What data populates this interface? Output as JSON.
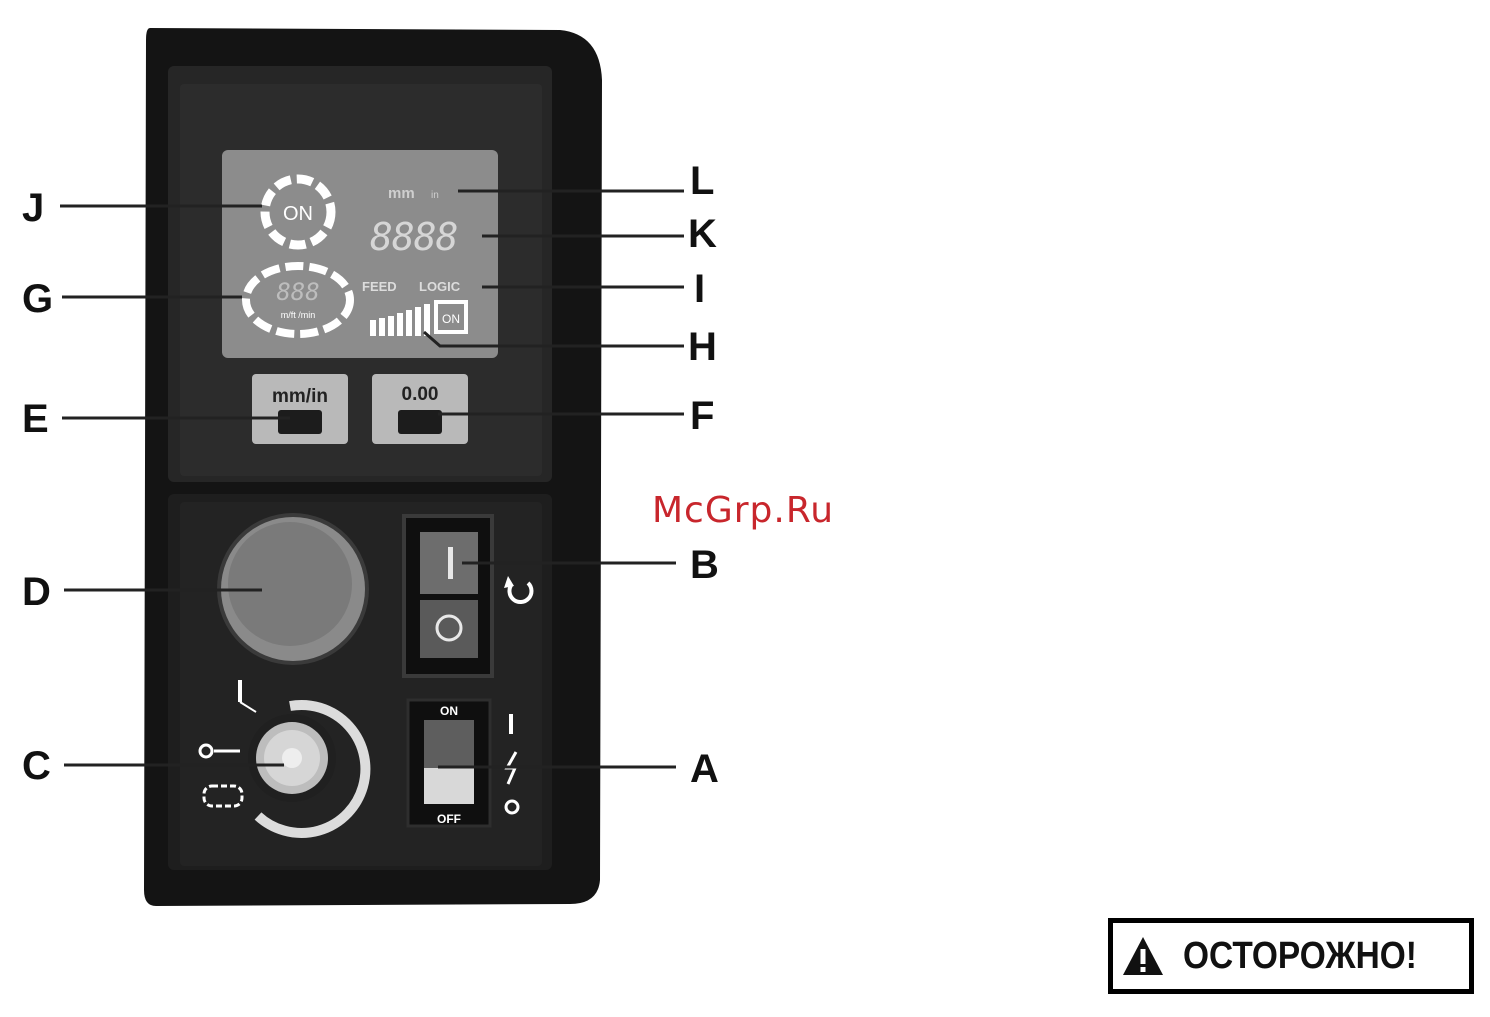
{
  "panel": {
    "lcd": {
      "on_label": "ON",
      "units_label": "mm",
      "units_small": "in",
      "digits": "8888",
      "speed_digits": "888",
      "speed_units": "m/ft /min",
      "feed_label": "FEED",
      "logic_label": "LOGIC",
      "logic_on": "ON"
    },
    "buttons": {
      "units_button_label": "mm/in",
      "zero_button_label": "0.00"
    },
    "switch_a": {
      "top_label": "ON",
      "bottom_label": "OFF"
    }
  },
  "callouts": [
    "J",
    "G",
    "E",
    "D",
    "C",
    "L",
    "K",
    "I",
    "H",
    "F",
    "B",
    "A"
  ],
  "watermark": "McGrp.Ru",
  "warning": {
    "text": "ОСТОРОЖНО!"
  },
  "colors": {
    "panel": "#151515",
    "watermark": "#c8262c",
    "stop_button": "#7a7a7a"
  }
}
